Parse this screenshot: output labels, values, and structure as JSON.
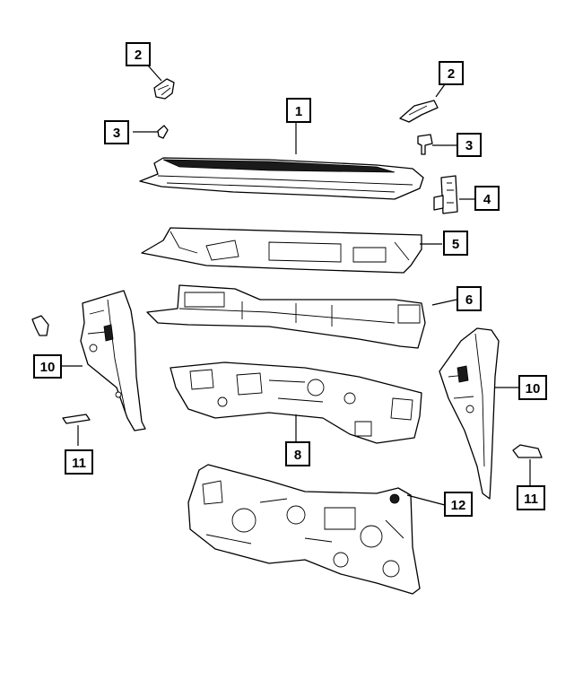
{
  "callouts": [
    {
      "id": "c2a",
      "label": "2"
    },
    {
      "id": "c2b",
      "label": "2"
    },
    {
      "id": "c1",
      "label": "1"
    },
    {
      "id": "c3a",
      "label": "3"
    },
    {
      "id": "c3b",
      "label": "3"
    },
    {
      "id": "c4",
      "label": "4"
    },
    {
      "id": "c5",
      "label": "5"
    },
    {
      "id": "c6",
      "label": "6"
    },
    {
      "id": "c10a",
      "label": "10"
    },
    {
      "id": "c10b",
      "label": "10"
    },
    {
      "id": "c8",
      "label": "8"
    },
    {
      "id": "c11a",
      "label": "11"
    },
    {
      "id": "c11b",
      "label": "11"
    },
    {
      "id": "c12",
      "label": "12"
    }
  ],
  "colors": {
    "line": "#000000",
    "background": "#ffffff"
  }
}
